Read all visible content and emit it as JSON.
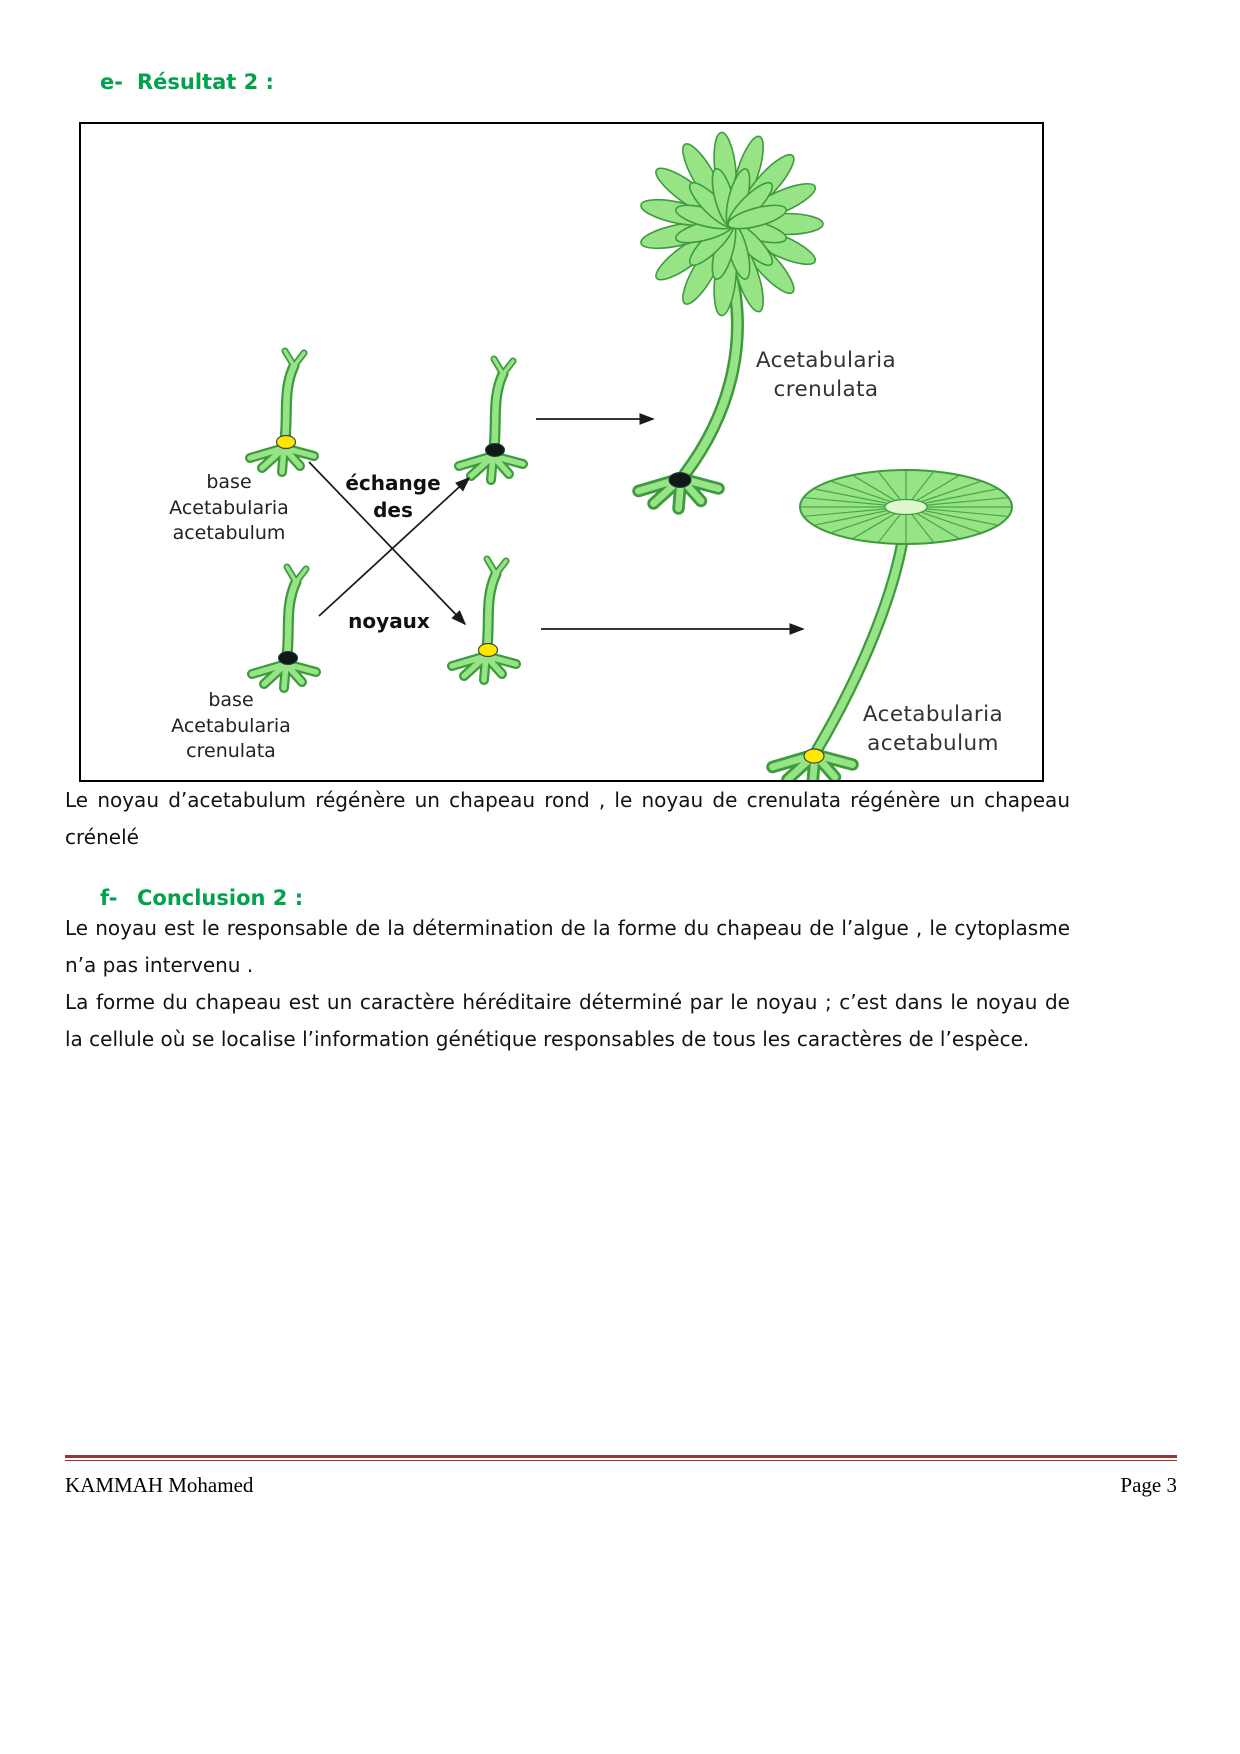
{
  "colors": {
    "heading-green": "#00A24B",
    "footer-maroon": "#943634",
    "alga-light": "#97E487",
    "alga-dark": "#3D9B3D",
    "nucleus-yellow": "#FFE800",
    "nucleus-dark": "#101818"
  },
  "headings": {
    "e_prefix": "e-",
    "e_title": "Résultat 2 :",
    "f_prefix": "f-",
    "f_title": "Conclusion 2 :"
  },
  "figure": {
    "label_crenulata": "Acetabularia\ncrenulata",
    "label_acetabulum": "Acetabularia\nacetabulum",
    "label_base_acetabulum": "base\nAcetabularia\nacetabulum",
    "label_base_crenulata": "base\nAcetabularia\ncrenulata",
    "label_exchange": "échange\ndes",
    "label_noyaux": "noyaux"
  },
  "paragraphs": {
    "result": "Le noyau d’acetabulum régénère un chapeau rond , le noyau de crenulata régénère un chapeau crénelé",
    "conclusion1": "Le noyau est le responsable de la détermination de la forme du chapeau de l’algue , le cytoplasme n’a pas intervenu .",
    "conclusion2": "La forme du chapeau est un caractère héréditaire déterminé par le noyau ; c’est dans le noyau de la cellule où se localise l’information génétique responsables de tous les caractères de l’espèce."
  },
  "footer": {
    "author": "KAMMAH Mohamed",
    "page_number": "Page 3"
  }
}
